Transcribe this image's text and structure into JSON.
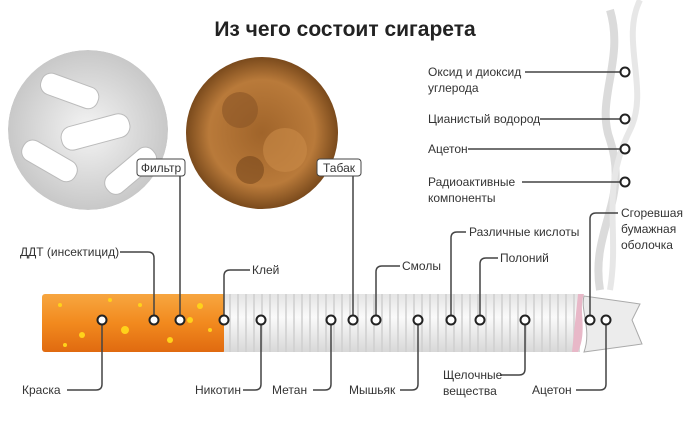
{
  "title": "Из чего состоит сигарета",
  "photo_labels": {
    "filter": "Фильтр",
    "tobacco": "Табак"
  },
  "smoke_components": [
    {
      "lines": [
        "Оксид и диоксид",
        "углерода"
      ]
    },
    {
      "lines": [
        "Цианистый водород"
      ]
    },
    {
      "lines": [
        "Ацетон"
      ]
    },
    {
      "lines": [
        "Радиоактивные",
        "компоненты"
      ]
    }
  ],
  "top_labels": {
    "ddt": "ДДТ (инсектицид)",
    "glue": "Клей",
    "tar": "Смолы",
    "acids": "Различные кислоты",
    "polonium": "Полоний",
    "burnt_paper": [
      "Сгоревшая",
      "бумажная",
      "оболочка"
    ]
  },
  "bottom_labels": {
    "dye": "Краска",
    "nicotine": "Никотин",
    "methane": "Метан",
    "arsenic": "Мышьяк",
    "alkali": [
      "Щелочные",
      "вещества"
    ],
    "acetone": "Ацетон"
  },
  "colors": {
    "filter": "#f28a1e",
    "filter_spots": "#ffd21a",
    "paper": "#f2f2f2",
    "line": "#444444"
  }
}
